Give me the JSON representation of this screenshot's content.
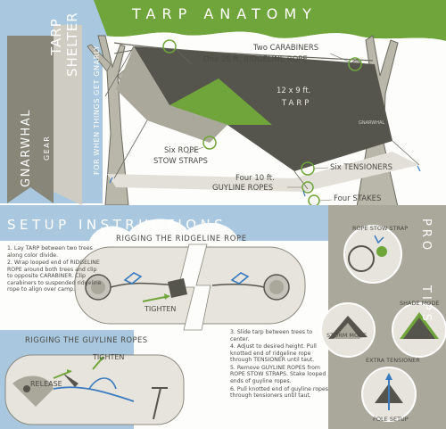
{
  "brand": {
    "title_line1": "TARP",
    "title_line2": "SHELTER",
    "tagline": "FOR WHEN THINGS GET GNARLY",
    "logo_name": "GNARWHAL",
    "logo_sub": "GEAR"
  },
  "anatomy": {
    "title": "TARP ANATOMY",
    "labels": {
      "carabiners": "Two CARABINERS",
      "ridgeline": "One 26 ft. RIDGELINE ROPE",
      "tarp_size": "12 x 9 ft.",
      "tarp_word": "TARP",
      "tarp_logo": "GNARWHAL",
      "stow_straps_1": "Six ROPE",
      "stow_straps_2": "STOW STRAPS",
      "tensioners": "Six TENSIONERS",
      "guyline_1": "Four 10 ft.",
      "guyline_2": "GUYLINE ROPES",
      "stakes": "Four STAKES"
    }
  },
  "setup": {
    "title": "SETUP INSTRUCTIONS",
    "ridgeline_heading": "RIGGING THE RIDGELINE ROPE",
    "tighten_label": "TIGHTEN",
    "guyline_heading": "RIGGING THE GUYLINE ROPES",
    "release_label": "RELEASE",
    "tighten_label_2": "TIGHTEN",
    "steps_left": [
      "1. Lay TARP between two trees along color divide.",
      "2. Wrap looped end of RIDGELINE ROPE around both trees and clip to opposite CARABINER. Clip carabiners to suspended ridgeline rope to align over camp."
    ],
    "steps_right": [
      "3. Slide tarp between trees to center.",
      "4. Adjust to desired height. Pull knotted end of ridgeline rope through TENSIONER until taut.",
      "5. Remove GUYLINE ROPES from ROPE STOW STRAPS. Stake looped ends of guyline ropes.",
      "6. Pull knotted end of guyline ropes through tensioners until taut."
    ]
  },
  "pro_tips": {
    "title_1": "PRO",
    "title_2": "TIPS",
    "rope_stow": "ROPE STOW STRAP",
    "shade_mode": "SHADE MODE",
    "storm_mode": "STORM MODE",
    "extra_tensioner": "EXTRA TENSIONER",
    "pole_setup": "POLE SETUP"
  },
  "colors": {
    "blue": "#a9c8df",
    "green": "#6fa53a",
    "dark": "#55554d",
    "taupe": "#a9a89b",
    "light_taupe": "#cfcdc3"
  }
}
